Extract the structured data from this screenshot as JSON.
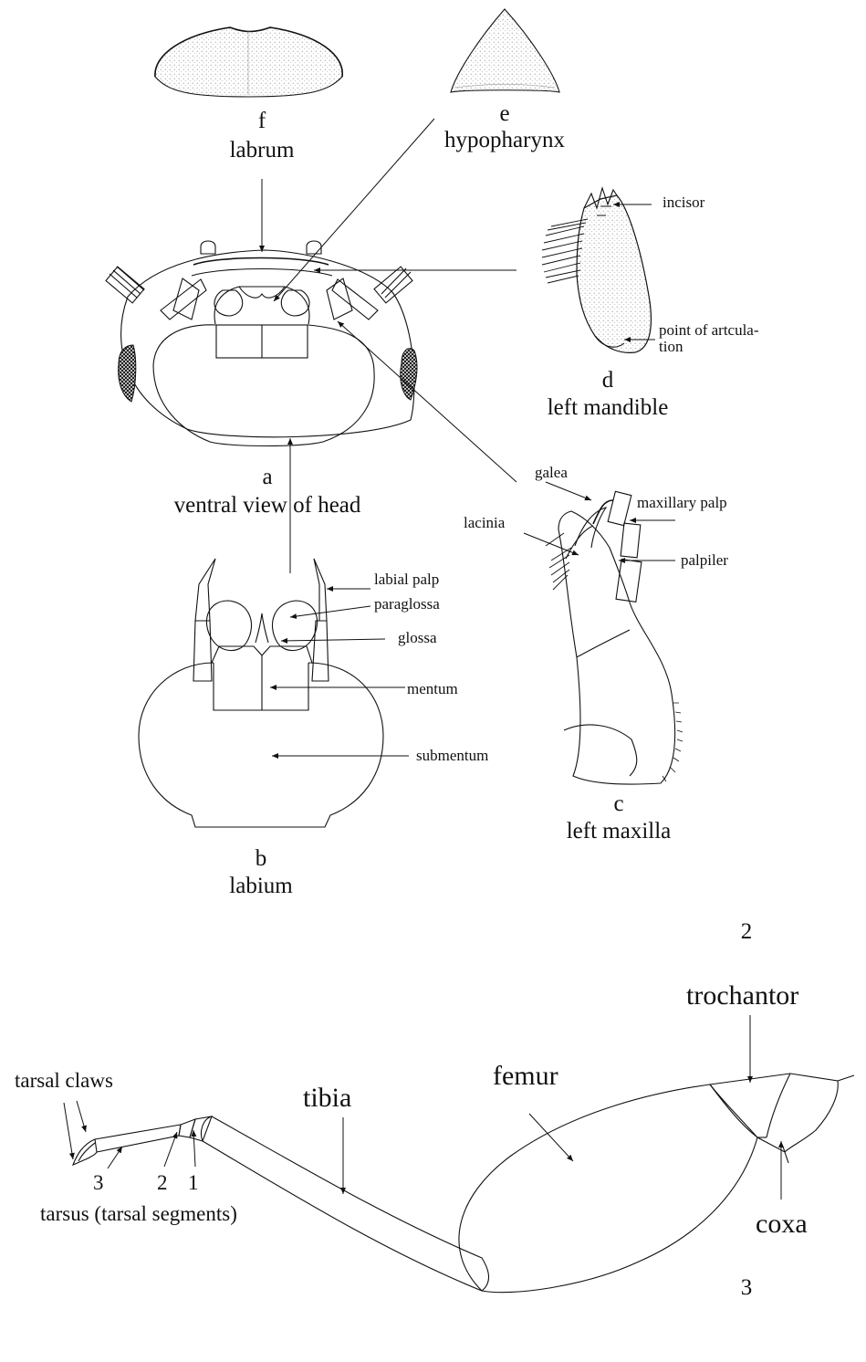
{
  "figure2": {
    "panels": {
      "f": {
        "letter": "f",
        "name": "labrum"
      },
      "e": {
        "letter": "e",
        "name": "hypopharynx"
      },
      "d": {
        "letter": "d",
        "name": "left mandible"
      },
      "a": {
        "letter": "a",
        "name": "ventral view of head"
      },
      "b": {
        "letter": "b",
        "name": "labium"
      },
      "c": {
        "letter": "c",
        "name": "left maxilla"
      }
    },
    "mandible_labels": {
      "incisor": "incisor",
      "articulation_1": "point of artcula-",
      "articulation_2": "tion"
    },
    "maxilla_labels": {
      "galea": "galea",
      "lacinia": "lacinia",
      "maxillary_palp": "maxillary palp",
      "palpiler": "palpiler"
    },
    "labium_labels": {
      "labial_palp": "labial palp",
      "paraglossa": "paraglossa",
      "glossa": "glossa",
      "mentum": "mentum",
      "submentum": "submentum"
    },
    "number": "2"
  },
  "figure3": {
    "labels": {
      "tarsal_claws": "tarsal claws",
      "tibia": "tibia",
      "femur": "femur",
      "trochantor": "trochantor",
      "coxa": "coxa",
      "tarsus": "tarsus (tarsal segments)",
      "seg3": "3",
      "seg2": "2",
      "seg1": "1"
    },
    "number": "3"
  }
}
